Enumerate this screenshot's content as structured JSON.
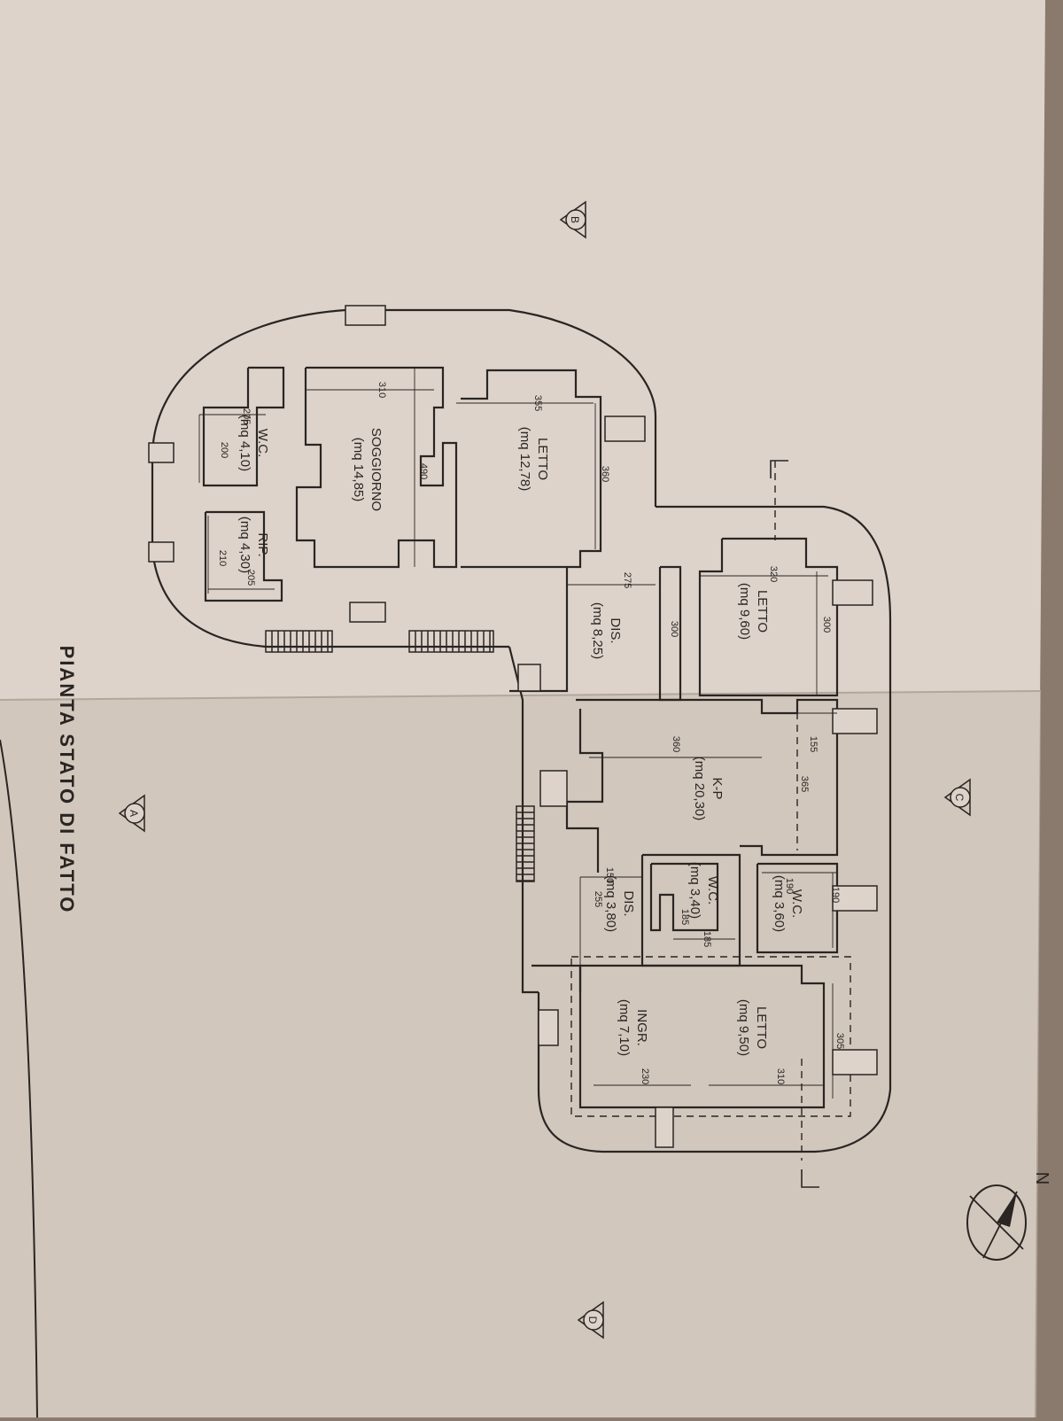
{
  "title": "PIANTA STATO DI FATTO",
  "north": "N",
  "section_markers": [
    "A",
    "B",
    "C",
    "D"
  ],
  "rooms": [
    {
      "name": "LETTO",
      "area": "(mq 12,78)"
    },
    {
      "name": "SOGGIORNO",
      "area": "(mq 14,85)"
    },
    {
      "name": "W.C.",
      "area": "(mq 4,10)"
    },
    {
      "name": "RIP.",
      "area": "(mq 4,30)"
    },
    {
      "name": "DIS.",
      "area": "(mq 8,25)"
    },
    {
      "name": "LETTO",
      "area": "(mq 9,60)"
    },
    {
      "name": "K-P",
      "area": "(mq 20,30)"
    },
    {
      "name": "W.C.",
      "area": "(mq 3,40)"
    },
    {
      "name": "W.C.",
      "area": "(mq 3,60)"
    },
    {
      "name": "DIS.",
      "area": "(mq 3,80)"
    },
    {
      "name": "LETTO",
      "area": "(mq 9,50)"
    },
    {
      "name": "INGR.",
      "area": "(mq 7,10)"
    }
  ],
  "dimensions": [
    "310",
    "490",
    "355",
    "360",
    "205",
    "200",
    "210",
    "205",
    "275",
    "300",
    "320",
    "300",
    "360",
    "155",
    "365",
    "150",
    "255",
    "190",
    "190",
    "185",
    "185",
    "305",
    "310",
    "230"
  ],
  "colors": {
    "paper": "#ddd3cb",
    "paper_shadow": "#c9bdb3",
    "ink": "#2a2522",
    "frame": "#8a7a6e"
  }
}
